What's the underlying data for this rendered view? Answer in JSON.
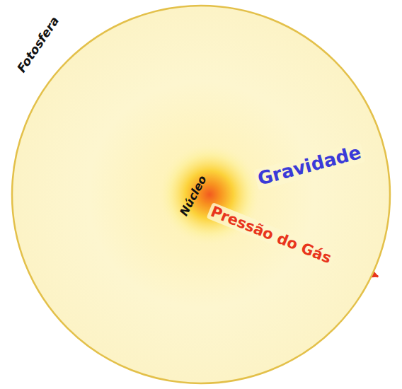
{
  "diagram": {
    "nodes": [
      {
        "text": [
          "Fotosfera"
        ]
      },
      {
        "text": [
          "Núcleo"
        ],
        "in": 0
      }
    ],
    "labels": [
      "Gravidade",
      "Pressão do Gás"
    ]
  }
}
